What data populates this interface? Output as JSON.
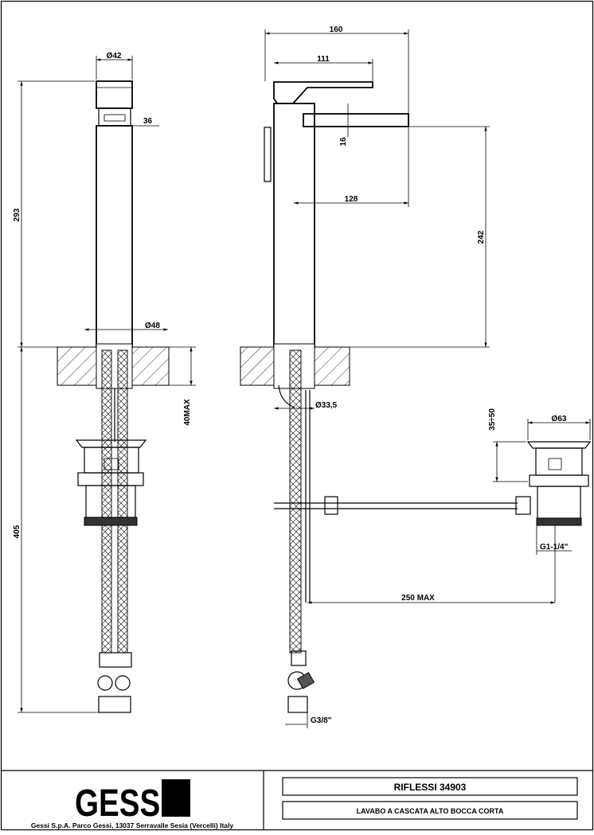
{
  "dimensions": {
    "front_top_diameter": "Ø42",
    "front_handle_height": "36",
    "front_total_height": "293",
    "front_body_diameter": "Ø48",
    "front_deck_thickness": "40MAX",
    "front_below_length": "405",
    "side_total_depth": "160",
    "side_handle_depth": "111",
    "side_spout_thickness": "16",
    "side_spout_reach": "128",
    "side_spout_height": "242",
    "side_shank_diameter": "Ø33,5",
    "waste_flange_height": "35÷50",
    "waste_diameter": "Ø63",
    "waste_thread": "G1-1/4\"",
    "rod_max_length": "250  MAX",
    "inlet_thread": "G3/8\""
  },
  "title_block": {
    "brand": "GESSI",
    "company_address": "Gessi S.p.A. Parco Gessi, 13037 Serravalle Sesia (Vercelli) Italy",
    "product_code": "RIFLESSI  34903",
    "product_description": "LAVABO A CASCATA ALTO BOCCA CORTA"
  }
}
